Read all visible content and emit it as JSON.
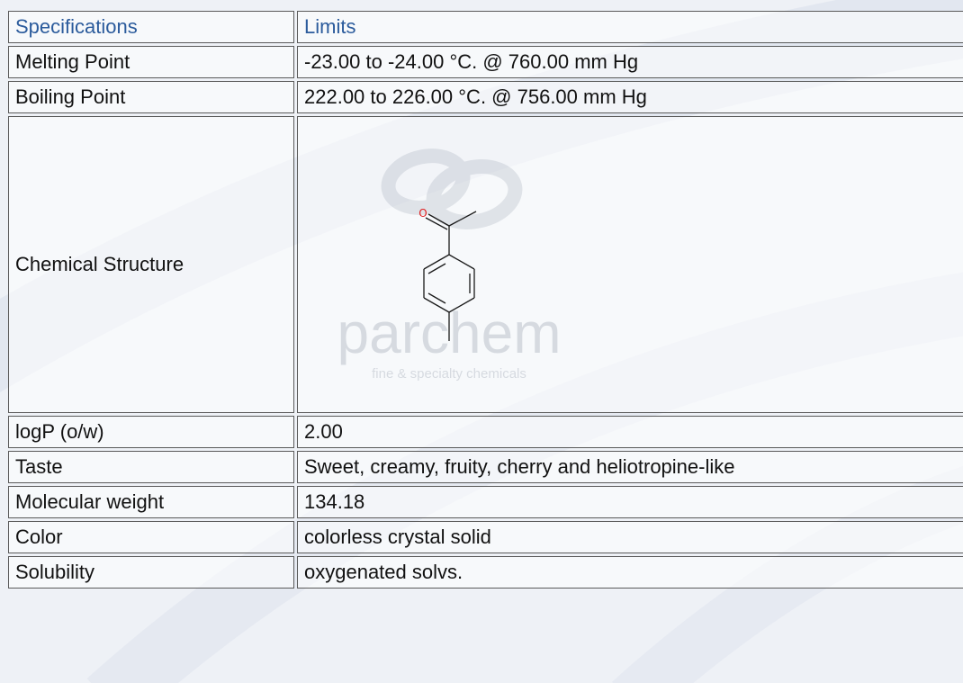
{
  "header": {
    "col1": "Specifications",
    "col2": "Limits"
  },
  "rows_top": [
    {
      "spec": "Melting Point",
      "limit": "-23.00 to -24.00 °C. @ 760.00 mm Hg"
    },
    {
      "spec": "Boiling Point",
      "limit": "222.00 to 226.00 °C. @ 756.00 mm Hg"
    }
  ],
  "structure": {
    "label": "Chemical Structure",
    "atom_o": "O",
    "watermark_brand": "parchem",
    "watermark_tagline": "fine & specialty chemicals"
  },
  "rows_bottom": [
    {
      "spec": "logP (o/w)",
      "limit": "2.00"
    },
    {
      "spec": "Taste",
      "limit": "Sweet, creamy, fruity, cherry and heliotropine-like"
    },
    {
      "spec": "Molecular weight",
      "limit": "134.18"
    },
    {
      "spec": "Color",
      "limit": "colorless crystal solid"
    },
    {
      "spec": "Solubility",
      "limit": "oxygenated solvs."
    }
  ],
  "colors": {
    "header_text": "#2b5b9c",
    "background": "#eef1f6",
    "atom_o": "#e02020"
  }
}
